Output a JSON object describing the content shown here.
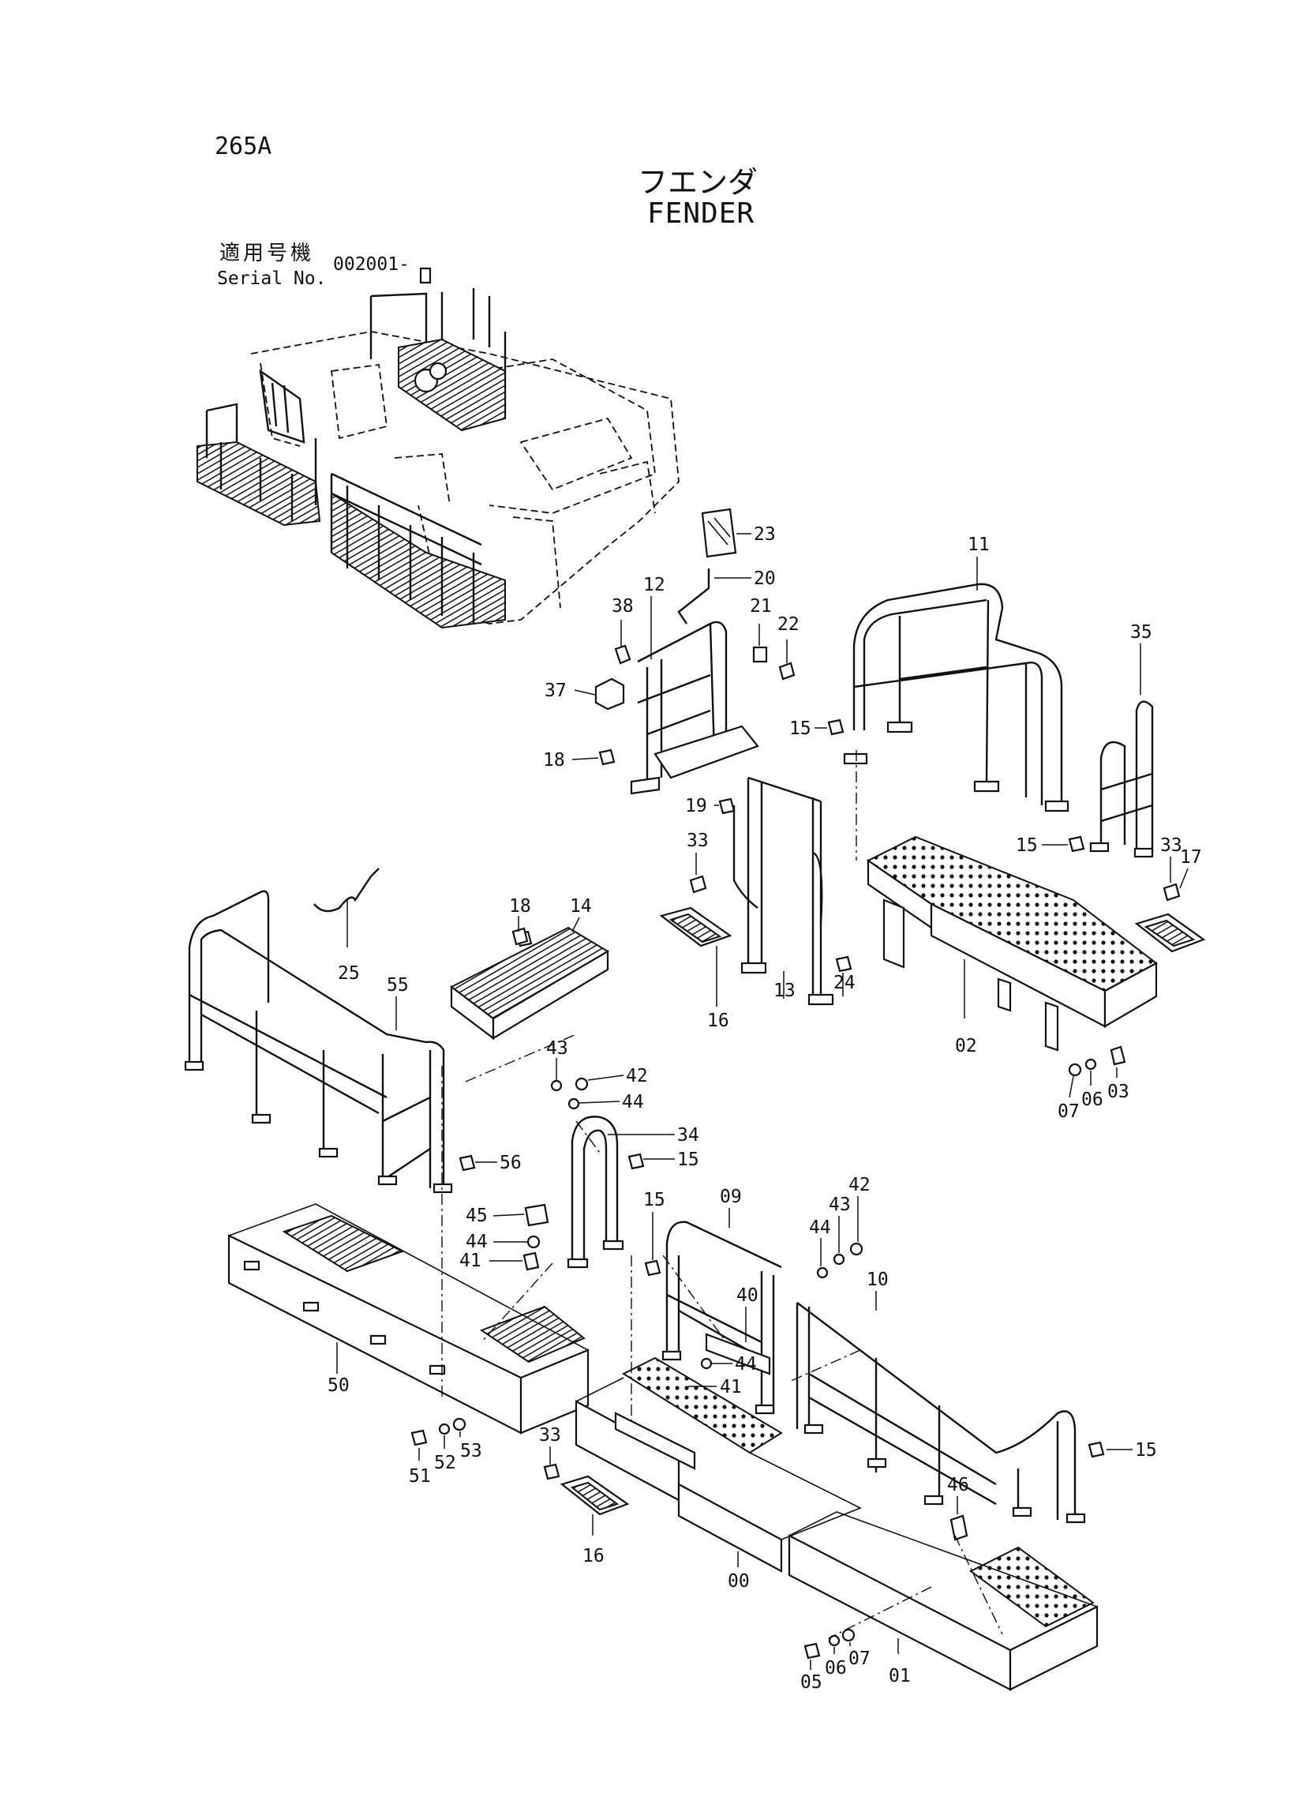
{
  "header": {
    "page_code": "265A",
    "title_jp": "フエンダ",
    "title_en": "FENDER",
    "serial_label_jp": "適用号機",
    "serial_label_en": "Serial No.",
    "serial_value": "002001-"
  },
  "callouts": [
    "23",
    "20",
    "21",
    "22",
    "12",
    "38",
    "37",
    "18",
    "11",
    "35",
    "15",
    "19",
    "33",
    "17",
    "13",
    "24",
    "16",
    "02",
    "14",
    "25",
    "55",
    "43",
    "42",
    "44",
    "34",
    "56",
    "45",
    "41",
    "03",
    "06",
    "07",
    "09",
    "40",
    "10",
    "50",
    "51",
    "52",
    "53",
    "00",
    "46",
    "01",
    "05"
  ]
}
